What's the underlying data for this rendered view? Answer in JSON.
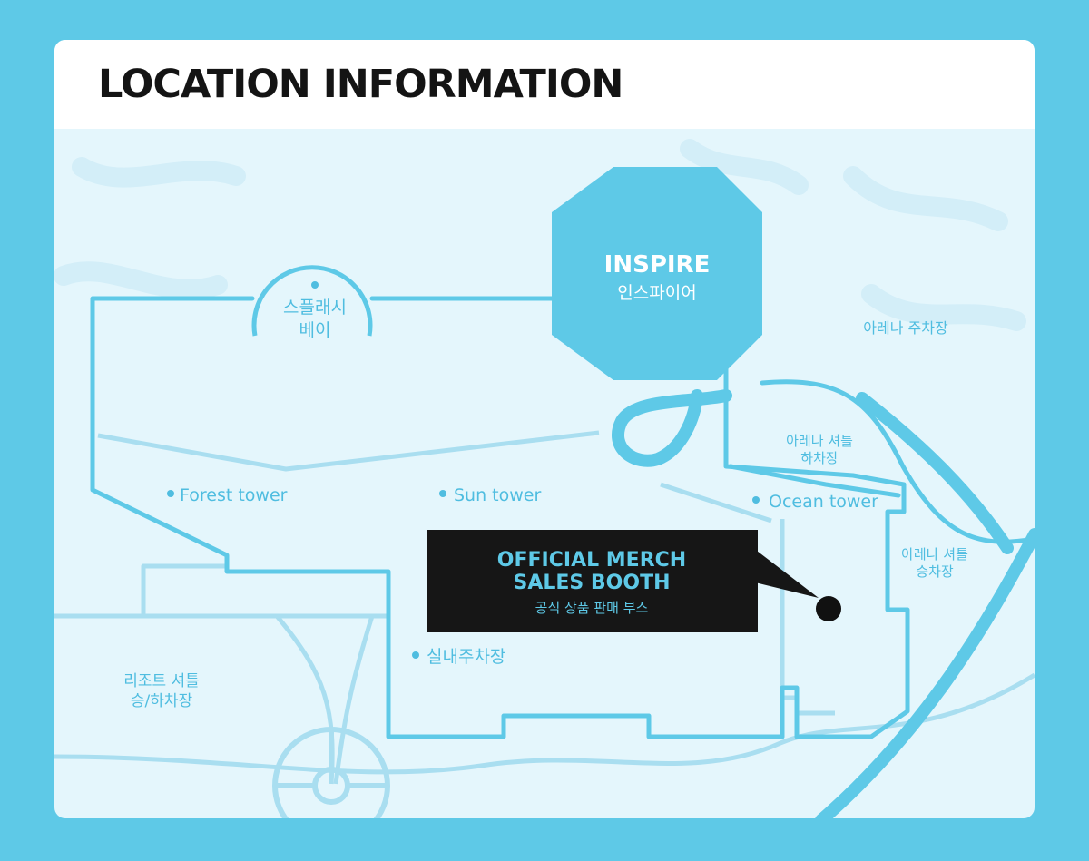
{
  "header": {
    "title": "LOCATION INFORMATION"
  },
  "map": {
    "inspire": {
      "name": "INSPIRE",
      "name_ko": "인스파이어"
    },
    "splash_bay": {
      "line1": "스플래시",
      "line2": "베이"
    },
    "arena_parking": "아레나 주차장",
    "arena_shuttle_dropoff": {
      "line1": "아레나 셔틀",
      "line2": "하차장"
    },
    "arena_shuttle_pickup": {
      "line1": "아레나 셔틀",
      "line2": "승차장"
    },
    "forest_tower": "Forest tower",
    "sun_tower": "Sun tower",
    "ocean_tower": "Ocean tower",
    "indoor_parking": "실내주차장",
    "resort_shuttle": {
      "line1": "리조트 셔틀",
      "line2": "승/하차장"
    },
    "booth": {
      "line1": "OFFICIAL MERCH",
      "line2": "SALES BOOTH",
      "line3": "공식 상품 판매 부스"
    }
  },
  "colors": {
    "frame": "#5ec9e7",
    "map_background": "#e4f6fc",
    "road": "#5ec9e7",
    "road_light": "#a9def0",
    "label": "#4fbde0",
    "booth_background": "#161616",
    "booth_text": "#5ec9e7",
    "marker": "#111111"
  }
}
